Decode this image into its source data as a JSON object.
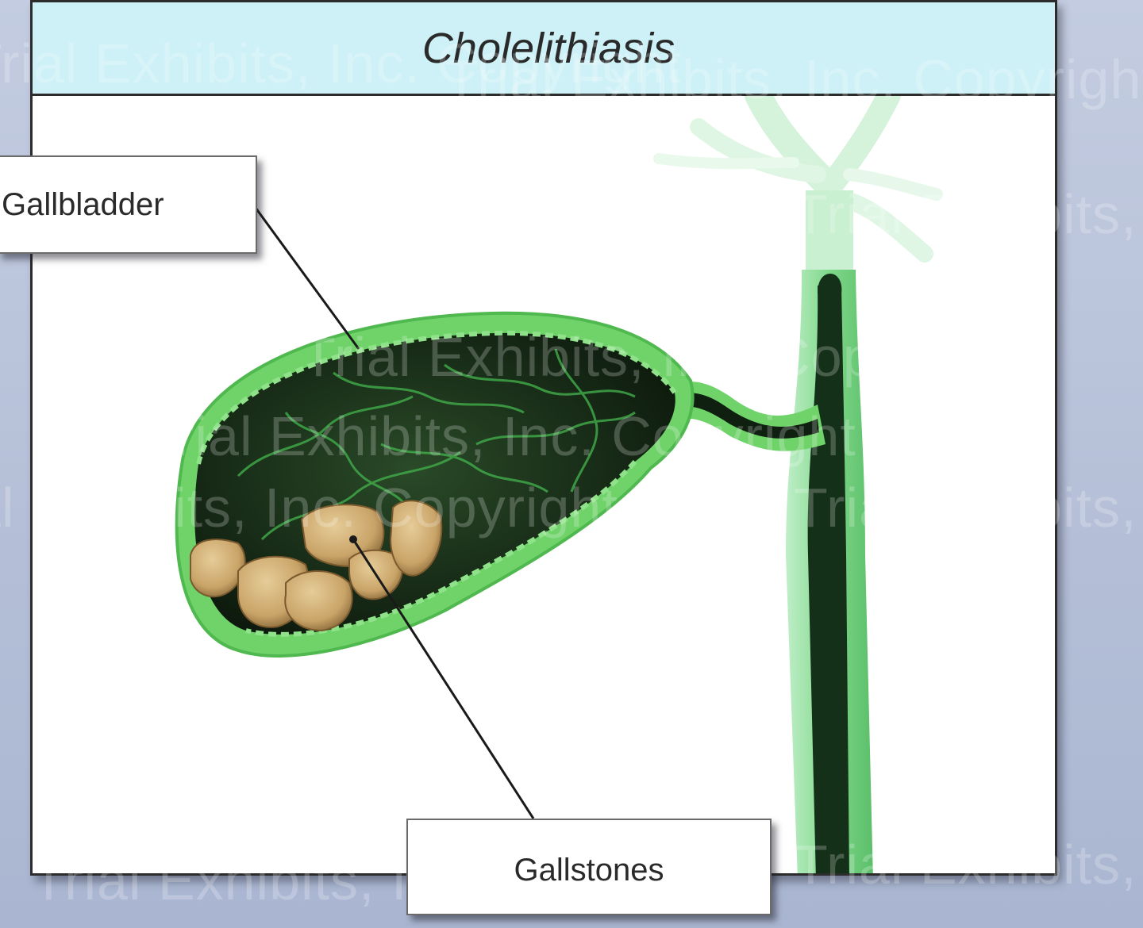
{
  "diagram": {
    "title": "Cholelithiasis",
    "labels": {
      "gallbladder": "Gallbladder",
      "gallstones": "Gallstones"
    }
  },
  "watermark": {
    "text": "Trial Exhibits, Inc. Copyright"
  },
  "colors": {
    "title_bar": "#cdf1f6",
    "background": "#b4bfd6",
    "gallbladder_wall": "#6fd36a",
    "gallbladder_interior": "#142615",
    "bile_duct": "#a8e6b3",
    "gallstone": "#cfae76"
  }
}
